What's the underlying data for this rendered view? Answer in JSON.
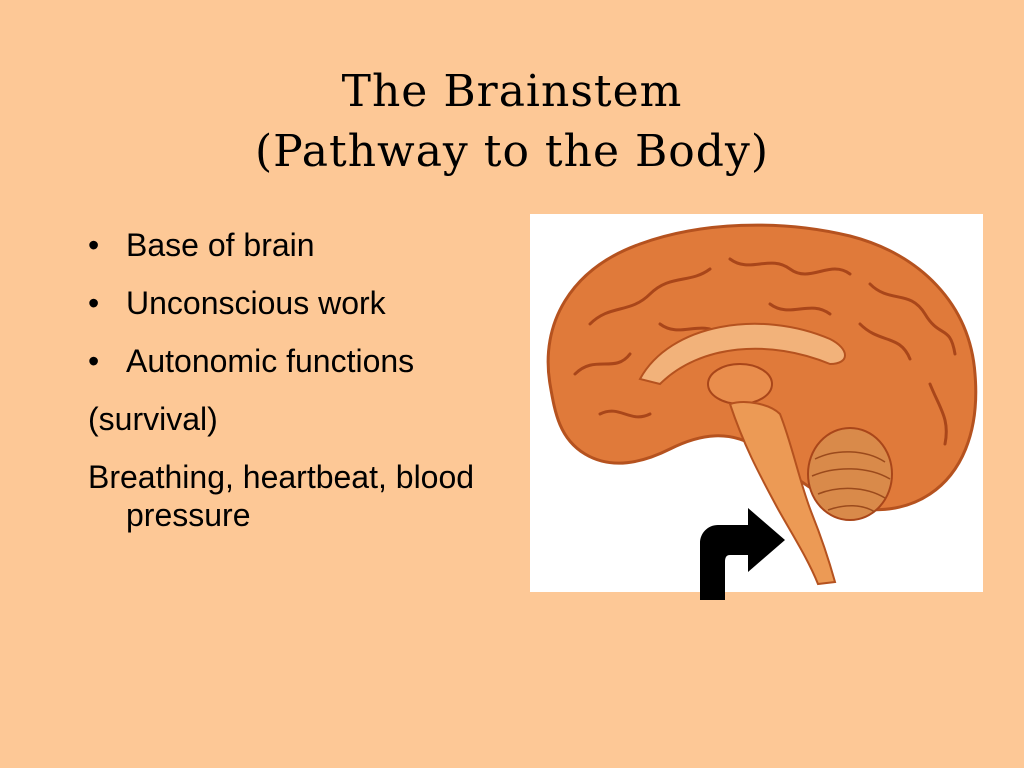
{
  "slide": {
    "title_line1": "The Brainstem",
    "title_line2": "(Pathway to the Body)",
    "bullets": [
      "Base of brain",
      "Unconscious work",
      "Autonomic functions"
    ],
    "bullet_glyph": "•",
    "note1": "(survival)",
    "note2": "Breathing, heartbeat, blood pressure"
  },
  "image": {
    "subject": "brain-sagittal-section-icon",
    "pointer": "curved-arrow-icon"
  },
  "colors": {
    "background": "#fdc896",
    "brain": "#e07a3a",
    "brainstem": "#ec9a55",
    "arrow": "#000000"
  }
}
